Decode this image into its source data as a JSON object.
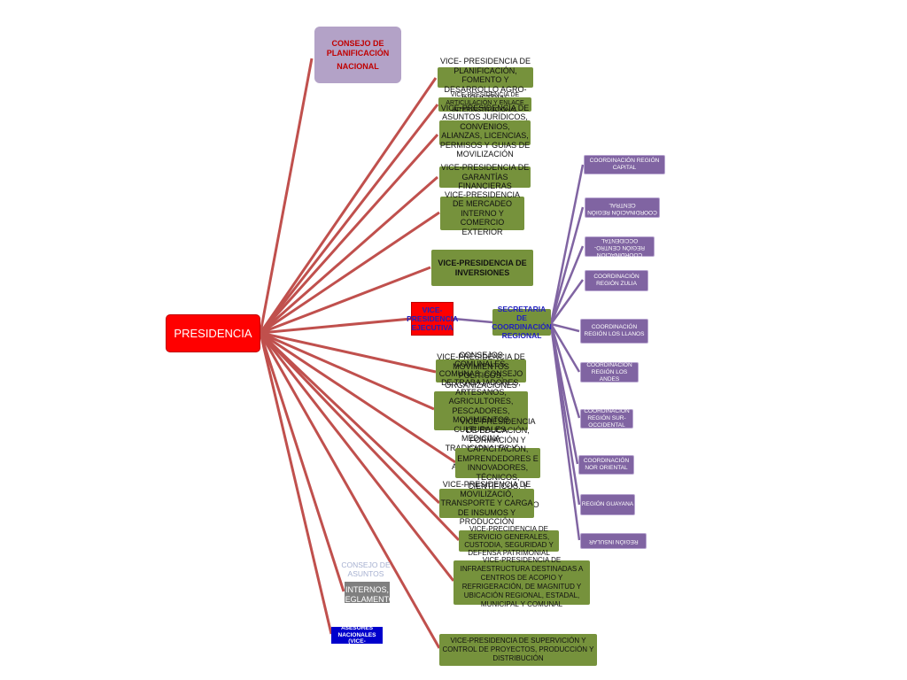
{
  "presidencia": "PRESIDENCIA",
  "consejo_planificacion": {
    "line1": "CONSEJO  DE PLANIFICACIÓN",
    "line2": "NACIONAL"
  },
  "vice_presidencias": [
    "VICE- PRESIDENCIA  DE PLANIFICACIÓN, FOMENTO Y DESARROLLO AGRO-INDUSTRIAL",
    "VICE-PRESIDENCIA DE ARTICULACIÓN Y ENLACE INTERINSTITUCIONAL",
    "VICE-PRESIDENCIA DE ASUNTOS JURÍDICOS, CONVENIOS, ALIANZAS, LICENCIAS, PERMISOS Y GUIAS DE MOVILIZACIÓN",
    "VICE-PRESIDENCIA DE GARANTÍAS FINANCIERAS",
    "VICE-PRESIDENCIA DE MERCADEO INTERNO Y COMERCIO EXTERIOR",
    "VICE-PRESIDENCIA DE INVERSIONES",
    "VICE-PRESIDENCIA  DE MOVIMIENTOS POLÍTICOS, ORGANIZACIONES SOCIALES, POPULARES, FUNDOS ZAMORANOS,",
    "CONSEJOS COMUNALES, COMUNAS, CONSEJO DE TRABAJADORES,  ARTESANOS, AGRICULTORES, PESCADORES, MOVIMIENTOS CULTURALES, MEDICINA TRADICIONALES Y SABERES ANCESTRALES",
    "VICE-PRESIDENCIA DE EDUCACIÓN, FORMACIÓN Y CAPACITACIÓN, EMPRENDEDORES E INNOVADORES, TÉCNICOS, CIENTÍFICOS, Y EMPLEO DEL POTENCIAL HUMANO",
    "VICE-PRESIDENCIA DE MOVILIZACIÓ, TRANSPORTE Y CARGA DE INSUMOS Y PRODUCCIÓN",
    "VICE-PRECIDENCIA DE SERVICIO GENERALES, CUSTODIA, SEGURIDAD Y DEFENSA PATRIMONIAL",
    "VICE-PRESIDENCIA DE INFRAESTRUCTURA DESTINADAS A CENTROS DE ACOPIO Y REFRIGERACIÓN, DE MAGNITUD Y UBICACIÓN REGIONAL, ESTADAL, MUNICIPAL Y COMUNAL",
    "VICE-PRESIDENCIA DE  SUPERVICIÓN Y CONTROL DE PROYECTOS, PRODUCCIÓN Y DISTRIBUCIÓN"
  ],
  "vice_presidencia_ejecutiva": "VICE-PRESIDENCIA EJECUTIVA",
  "secretaria": "SECRETARIA DE COORDINACIÓN  REGIONAL",
  "coordinaciones": [
    "COORDINACIÓN REGIÓN CAPITAL",
    "COORDINACIÓN REGIÓN CENTRAL",
    "COORDINACIÓN REGIÓN CENTRO-OCCIDENTAL",
    "COORDINACIÓN REGIÓN  ZULIA",
    "COORDINACIÓN REGIÓN LOS LLANOS",
    "COORDINACIÓN REGIÓN LOS ANDES",
    "COORDINACIÓN REGIÓN SUR-OCCIDENTAL",
    "COORDINACIÓN NOR ORIENTAL",
    "REGIÓN GUAYANA",
    "REGIÓN INSULAR"
  ],
  "consejo_asuntos": {
    "top": "CONSEJO DE ASUNTOS",
    "box": "INTERNOS, REGLAMENTO Y DISCIPLINA"
  },
  "asesores": "ASESORES NACIONALES (VICE-",
  "colors": {
    "red_line": "#c0504d",
    "purple_line": "#8064a2",
    "green": "#76923c",
    "red": "#ff0000",
    "purple": "#8064a2"
  }
}
